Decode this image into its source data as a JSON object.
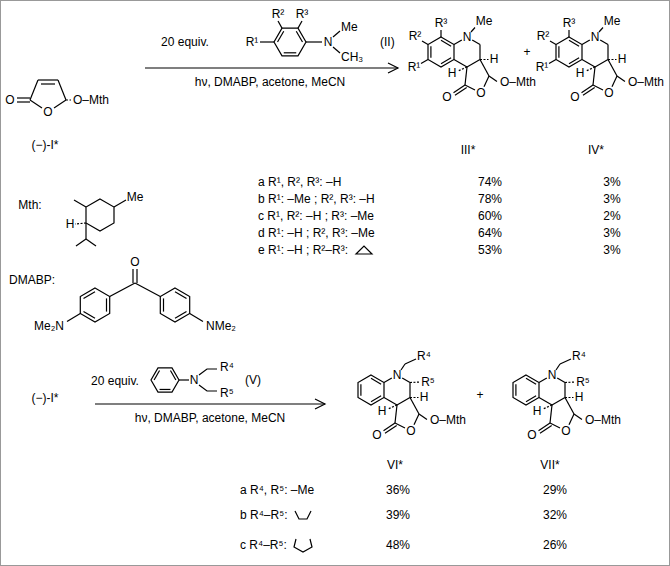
{
  "diagram": {
    "labels": [
      "O",
      "O",
      "O–Mth",
      "(−)-I*",
      "20 equiv.",
      "R¹",
      "R²",
      "R³",
      "N",
      "Me",
      "CH₃",
      "(II)",
      "hν, DMABP, acetone, MeCN",
      "R¹",
      "R²",
      "R³",
      "N",
      "Me",
      "H",
      "H",
      "O",
      "O",
      "O–Mth",
      "III*",
      "+",
      "R¹",
      "R²",
      "R³",
      "N",
      "Me",
      "H",
      "H",
      "O",
      "O",
      "O–Mth",
      "IV*",
      "Mth:",
      "Me",
      "H",
      "DMABP:",
      "O",
      "Me₂N",
      "NMe₂",
      "a R¹, R², R³: –H",
      "74%",
      "3%",
      "b R¹: –Me ; R², R³: –H",
      "78%",
      "3%",
      "c R¹, R²: –H ; R³: –Me",
      "60%",
      "2%",
      "d R¹: –H ; R², R³: –Me",
      "64%",
      "3%",
      "e R¹: –H ; R²–R³:",
      "53%",
      "3%",
      "(−)-I*",
      "20 equiv.",
      "N",
      "R⁴",
      "R⁵",
      "(V)",
      "hν, DMABP, acetone, MeCN",
      "N",
      "R⁴",
      "R⁵",
      "H",
      "H",
      "O",
      "O",
      "O–Mth",
      "VI*",
      "+",
      "N",
      "R⁴",
      "R⁵",
      "H",
      "H",
      "O",
      "O",
      "O–Mth",
      "VII*",
      "a R⁴, R⁵: –Me",
      "36%",
      "29%",
      "b R⁴–R⁵:",
      "39%",
      "32%",
      "c R⁴–R⁵:",
      "48%",
      "26%"
    ]
  }
}
